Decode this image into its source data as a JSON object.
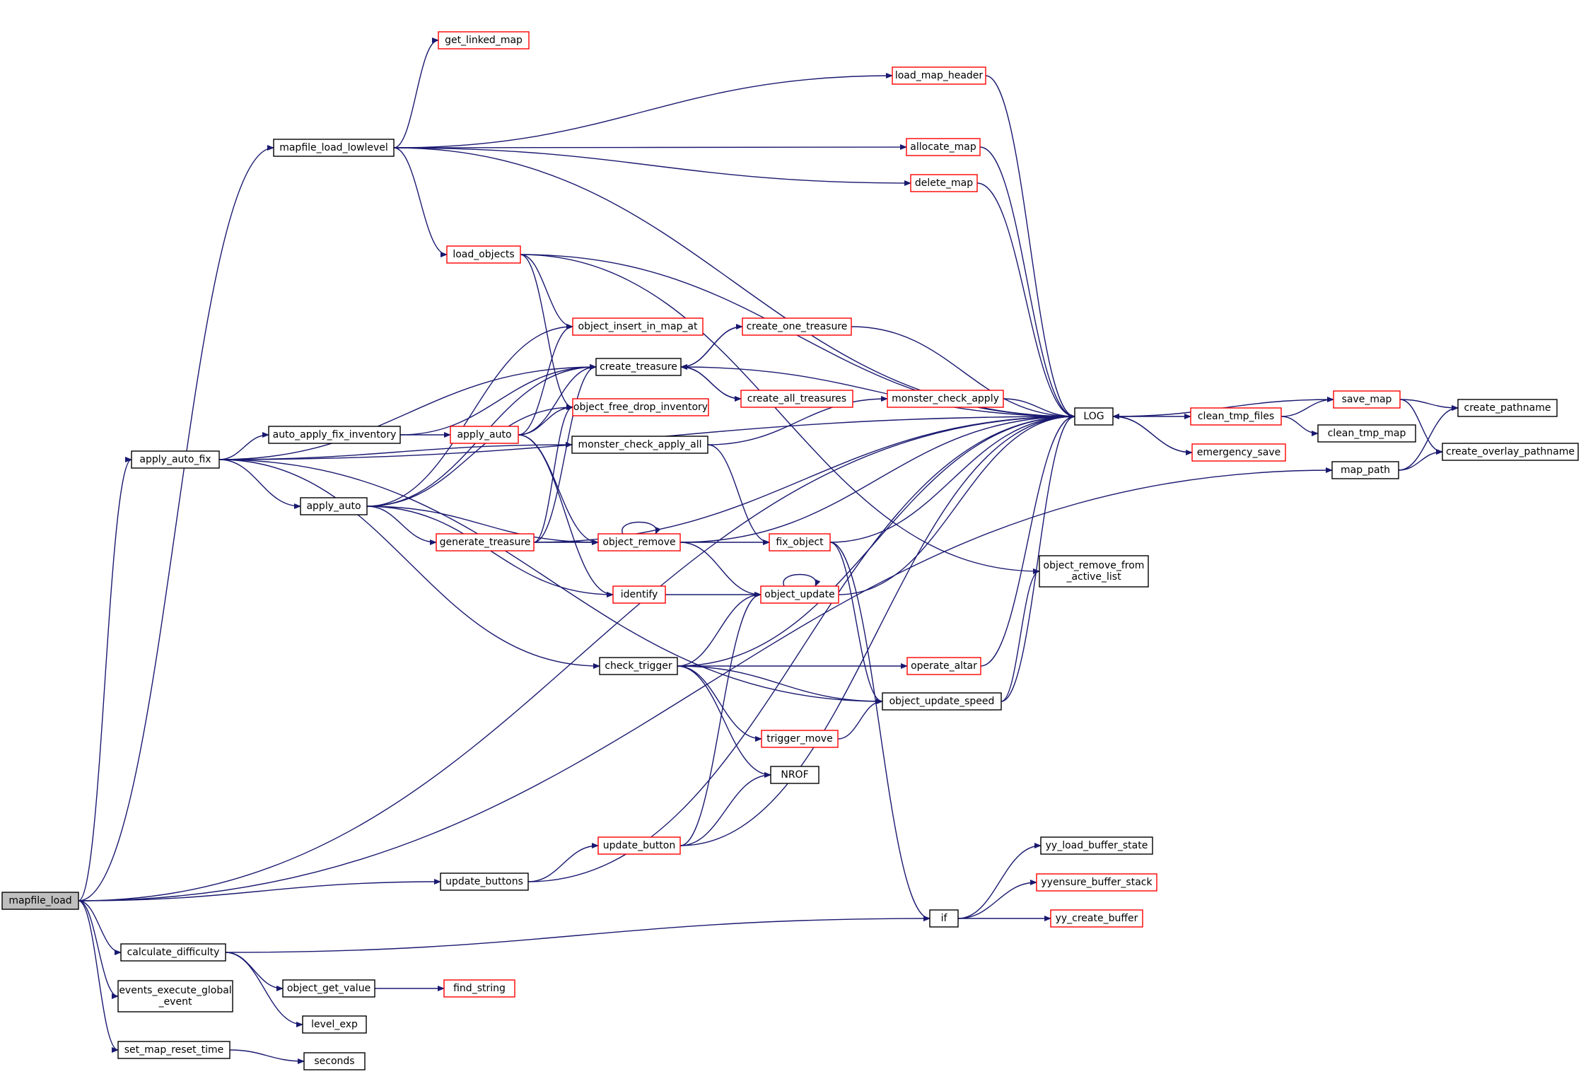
{
  "colors": {
    "edge": "#191970",
    "node_border_default": "#000000",
    "node_border_truncated": "#ff0000",
    "root_fill": "#bfbfbf",
    "node_fill": "#ffffff"
  },
  "nodes": {
    "mapfile_load": {
      "lines": [
        "mapfile_load"
      ],
      "kind": "root"
    },
    "mapfile_load_lowlevel": {
      "lines": [
        "mapfile_load_lowlevel"
      ],
      "kind": "normal"
    },
    "apply_auto_fix": {
      "lines": [
        "apply_auto_fix"
      ],
      "kind": "normal"
    },
    "update_buttons": {
      "lines": [
        "update_buttons"
      ],
      "kind": "normal"
    },
    "calculate_difficulty": {
      "lines": [
        "calculate_difficulty"
      ],
      "kind": "normal"
    },
    "events_execute_global_event": {
      "lines": [
        "events_execute_global",
        "_event"
      ],
      "kind": "normal"
    },
    "set_map_reset_time": {
      "lines": [
        "set_map_reset_time"
      ],
      "kind": "normal"
    },
    "get_linked_map": {
      "lines": [
        "get_linked_map"
      ],
      "kind": "truncated"
    },
    "load_map_header": {
      "lines": [
        "load_map_header"
      ],
      "kind": "truncated"
    },
    "allocate_map": {
      "lines": [
        "allocate_map"
      ],
      "kind": "truncated"
    },
    "delete_map": {
      "lines": [
        "delete_map"
      ],
      "kind": "truncated"
    },
    "load_objects": {
      "lines": [
        "load_objects"
      ],
      "kind": "truncated"
    },
    "object_insert_in_map_at": {
      "lines": [
        "object_insert_in_map_at"
      ],
      "kind": "truncated"
    },
    "create_one_treasure": {
      "lines": [
        "create_one_treasure"
      ],
      "kind": "truncated"
    },
    "create_treasure": {
      "lines": [
        "create_treasure"
      ],
      "kind": "normal"
    },
    "create_all_treasures": {
      "lines": [
        "create_all_treasures"
      ],
      "kind": "truncated"
    },
    "object_free_drop_inventory": {
      "lines": [
        "object_free_drop_inventory"
      ],
      "kind": "truncated"
    },
    "auto_apply_fix_inventory": {
      "lines": [
        "auto_apply_fix_inventory"
      ],
      "kind": "normal"
    },
    "apply_auto_r": {
      "lines": [
        "apply_auto"
      ],
      "kind": "truncated"
    },
    "monster_check_apply": {
      "lines": [
        "monster_check_apply"
      ],
      "kind": "truncated"
    },
    "monster_check_apply_all": {
      "lines": [
        "monster_check_apply_all"
      ],
      "kind": "normal"
    },
    "apply_auto": {
      "lines": [
        "apply_auto"
      ],
      "kind": "normal"
    },
    "generate_treasure": {
      "lines": [
        "generate_treasure"
      ],
      "kind": "truncated"
    },
    "object_remove": {
      "lines": [
        "object_remove"
      ],
      "kind": "truncated"
    },
    "fix_object": {
      "lines": [
        "fix_object"
      ],
      "kind": "truncated"
    },
    "identify": {
      "lines": [
        "identify"
      ],
      "kind": "truncated"
    },
    "object_update": {
      "lines": [
        "object_update"
      ],
      "kind": "truncated"
    },
    "check_trigger": {
      "lines": [
        "check_trigger"
      ],
      "kind": "normal"
    },
    "operate_altar": {
      "lines": [
        "operate_altar"
      ],
      "kind": "truncated"
    },
    "object_update_speed": {
      "lines": [
        "object_update_speed"
      ],
      "kind": "normal"
    },
    "trigger_move": {
      "lines": [
        "trigger_move"
      ],
      "kind": "truncated"
    },
    "NROF": {
      "lines": [
        "NROF"
      ],
      "kind": "normal"
    },
    "update_button": {
      "lines": [
        "update_button"
      ],
      "kind": "truncated"
    },
    "LOG": {
      "lines": [
        "LOG"
      ],
      "kind": "normal"
    },
    "object_remove_from_active_list": {
      "lines": [
        "object_remove_from",
        "_active_list"
      ],
      "kind": "normal"
    },
    "clean_tmp_files": {
      "lines": [
        "clean_tmp_files"
      ],
      "kind": "truncated"
    },
    "emergency_save": {
      "lines": [
        "emergency_save"
      ],
      "kind": "truncated"
    },
    "save_map": {
      "lines": [
        "save_map"
      ],
      "kind": "truncated"
    },
    "clean_tmp_map": {
      "lines": [
        "clean_tmp_map"
      ],
      "kind": "normal"
    },
    "create_pathname": {
      "lines": [
        "create_pathname"
      ],
      "kind": "normal"
    },
    "create_overlay_pathname": {
      "lines": [
        "create_overlay_pathname"
      ],
      "kind": "normal"
    },
    "map_path": {
      "lines": [
        "map_path"
      ],
      "kind": "normal"
    },
    "if": {
      "lines": [
        "if"
      ],
      "kind": "normal"
    },
    "yy_load_buffer_state": {
      "lines": [
        "yy_load_buffer_state"
      ],
      "kind": "normal"
    },
    "yyensure_buffer_stack": {
      "lines": [
        "yyensure_buffer_stack"
      ],
      "kind": "truncated"
    },
    "yy_create_buffer": {
      "lines": [
        "yy_create_buffer"
      ],
      "kind": "truncated"
    },
    "object_get_value": {
      "lines": [
        "object_get_value"
      ],
      "kind": "normal"
    },
    "find_string": {
      "lines": [
        "find_string"
      ],
      "kind": "truncated"
    },
    "level_exp": {
      "lines": [
        "level_exp"
      ],
      "kind": "normal"
    },
    "seconds": {
      "lines": [
        "seconds"
      ],
      "kind": "normal"
    }
  },
  "edges": [
    [
      "mapfile_load",
      "mapfile_load_lowlevel"
    ],
    [
      "mapfile_load",
      "apply_auto_fix"
    ],
    [
      "mapfile_load",
      "update_buttons"
    ],
    [
      "mapfile_load",
      "calculate_difficulty"
    ],
    [
      "mapfile_load",
      "events_execute_global_event"
    ],
    [
      "mapfile_load",
      "set_map_reset_time"
    ],
    [
      "mapfile_load",
      "LOG"
    ],
    [
      "mapfile_load",
      "map_path"
    ],
    [
      "mapfile_load_lowlevel",
      "get_linked_map"
    ],
    [
      "mapfile_load_lowlevel",
      "load_map_header"
    ],
    [
      "mapfile_load_lowlevel",
      "allocate_map"
    ],
    [
      "mapfile_load_lowlevel",
      "delete_map"
    ],
    [
      "mapfile_load_lowlevel",
      "load_objects"
    ],
    [
      "mapfile_load_lowlevel",
      "LOG"
    ],
    [
      "load_map_header",
      "LOG"
    ],
    [
      "allocate_map",
      "LOG"
    ],
    [
      "delete_map",
      "LOG"
    ],
    [
      "load_objects",
      "object_insert_in_map_at"
    ],
    [
      "load_objects",
      "object_free_drop_inventory"
    ],
    [
      "load_objects",
      "LOG"
    ],
    [
      "load_objects",
      "object_remove_from_active_list"
    ],
    [
      "apply_auto_fix",
      "LOG"
    ],
    [
      "apply_auto_fix",
      "create_treasure"
    ],
    [
      "apply_auto_fix",
      "auto_apply_fix_inventory"
    ],
    [
      "apply_auto_fix",
      "monster_check_apply_all"
    ],
    [
      "apply_auto_fix",
      "apply_auto"
    ],
    [
      "apply_auto_fix",
      "check_trigger"
    ],
    [
      "apply_auto_fix",
      "object_update_speed"
    ],
    [
      "auto_apply_fix_inventory",
      "create_treasure"
    ],
    [
      "auto_apply_fix_inventory",
      "apply_auto_r"
    ],
    [
      "apply_auto_r",
      "object_insert_in_map_at"
    ],
    [
      "apply_auto_r",
      "create_treasure"
    ],
    [
      "apply_auto_r",
      "object_free_drop_inventory"
    ],
    [
      "apply_auto_r",
      "object_remove"
    ],
    [
      "apply_auto_r",
      "identify"
    ],
    [
      "apply_auto",
      "object_insert_in_map_at"
    ],
    [
      "apply_auto",
      "create_treasure"
    ],
    [
      "apply_auto",
      "object_free_drop_inventory"
    ],
    [
      "apply_auto",
      "generate_treasure"
    ],
    [
      "apply_auto",
      "object_remove"
    ],
    [
      "apply_auto",
      "identify"
    ],
    [
      "create_treasure",
      "create_one_treasure"
    ],
    [
      "create_treasure",
      "create_all_treasures"
    ],
    [
      "create_treasure",
      "LOG"
    ],
    [
      "create_one_treasure",
      "create_treasure"
    ],
    [
      "create_one_treasure",
      "LOG"
    ],
    [
      "create_all_treasures",
      "create_treasure"
    ],
    [
      "generate_treasure",
      "create_treasure"
    ],
    [
      "generate_treasure",
      "object_free_drop_inventory"
    ],
    [
      "generate_treasure",
      "object_remove"
    ],
    [
      "generate_treasure",
      "LOG"
    ],
    [
      "monster_check_apply_all",
      "monster_check_apply"
    ],
    [
      "monster_check_apply_all",
      "fix_object"
    ],
    [
      "monster_check_apply",
      "LOG"
    ],
    [
      "object_remove",
      "object_remove"
    ],
    [
      "object_remove",
      "fix_object"
    ],
    [
      "object_remove",
      "object_update"
    ],
    [
      "object_remove",
      "LOG"
    ],
    [
      "identify",
      "object_update"
    ],
    [
      "fix_object",
      "LOG"
    ],
    [
      "fix_object",
      "object_update_speed"
    ],
    [
      "fix_object",
      "if"
    ],
    [
      "object_update",
      "object_update"
    ],
    [
      "object_update",
      "LOG"
    ],
    [
      "check_trigger",
      "object_update"
    ],
    [
      "check_trigger",
      "LOG"
    ],
    [
      "check_trigger",
      "operate_altar"
    ],
    [
      "check_trigger",
      "object_update_speed"
    ],
    [
      "check_trigger",
      "trigger_move"
    ],
    [
      "check_trigger",
      "NROF"
    ],
    [
      "operate_altar",
      "LOG"
    ],
    [
      "trigger_move",
      "object_update_speed"
    ],
    [
      "object_update_speed",
      "LOG"
    ],
    [
      "object_update_speed",
      "object_remove_from_active_list"
    ],
    [
      "update_buttons",
      "update_button"
    ],
    [
      "update_buttons",
      "LOG"
    ],
    [
      "update_button",
      "object_update"
    ],
    [
      "update_button",
      "NROF"
    ],
    [
      "update_button",
      "LOG"
    ],
    [
      "LOG",
      "clean_tmp_files"
    ],
    [
      "LOG",
      "emergency_save"
    ],
    [
      "clean_tmp_files",
      "save_map"
    ],
    [
      "clean_tmp_files",
      "clean_tmp_map"
    ],
    [
      "save_map",
      "LOG"
    ],
    [
      "save_map",
      "create_pathname"
    ],
    [
      "save_map",
      "create_overlay_pathname"
    ],
    [
      "emergency_save",
      "LOG"
    ],
    [
      "map_path",
      "create_pathname"
    ],
    [
      "map_path",
      "create_overlay_pathname"
    ],
    [
      "calculate_difficulty",
      "if"
    ],
    [
      "calculate_difficulty",
      "object_get_value"
    ],
    [
      "calculate_difficulty",
      "level_exp"
    ],
    [
      "if",
      "yy_load_buffer_state"
    ],
    [
      "if",
      "yyensure_buffer_stack"
    ],
    [
      "if",
      "yy_create_buffer"
    ],
    [
      "object_get_value",
      "find_string"
    ],
    [
      "set_map_reset_time",
      "seconds"
    ]
  ]
}
